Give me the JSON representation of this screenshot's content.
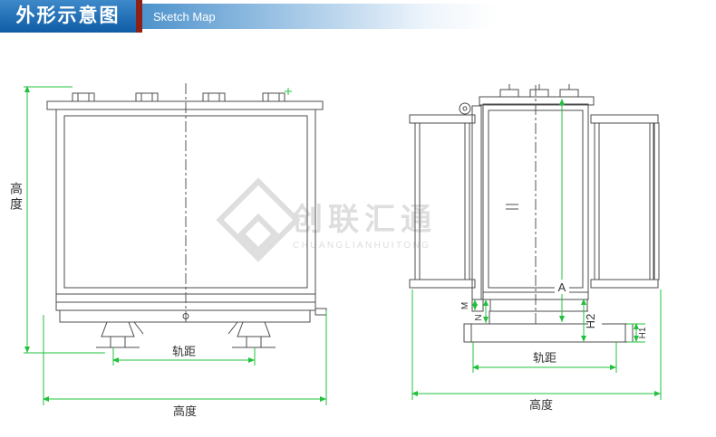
{
  "header": {
    "title": "外形示意图",
    "subtitle": "Sketch Map"
  },
  "watermark": {
    "brand_cn": "创联汇通",
    "brand_en": "CHUANGLIANHUITONG"
  },
  "front_view": {
    "height_label": "高度",
    "gauge_label": "轨距",
    "width_label": "高度"
  },
  "side_view": {
    "a_label": "A",
    "h2_label": "H2",
    "h1_label": "H1",
    "m_label": "M",
    "n_label": "N",
    "gauge_label": "轨距",
    "width_label": "高度"
  },
  "colors": {
    "dimension_green": "#22c03e",
    "banner_blue_dark": "#0f5ca6",
    "banner_blue_light": "#3d89c9",
    "accent_red": "#8e2016",
    "watermark_gray": "#dedede",
    "line_gray": "#4d4d4d"
  }
}
